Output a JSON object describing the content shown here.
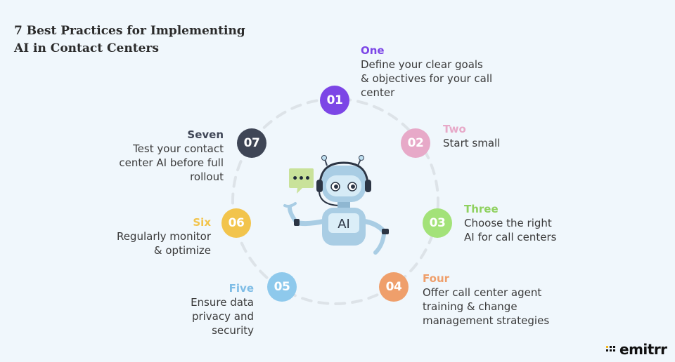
{
  "title": {
    "line1": "7 Best Practices for Implementing",
    "line2": "AI in Contact Centers"
  },
  "robot": {
    "chest_label": "AI",
    "speech_bubble_text": "•••"
  },
  "steps": [
    {
      "number": "01",
      "heading": "One",
      "description": "Define your clear goals\n& objectives for your call\ncenter",
      "color": "#7c46e6"
    },
    {
      "number": "02",
      "heading": "Two",
      "description": "Start small",
      "color": "#e7a9c8"
    },
    {
      "number": "03",
      "heading": "Three",
      "description": "Choose the right\nAI for call centers",
      "color": "#a3e279"
    },
    {
      "number": "04",
      "heading": "Four",
      "description": "Offer call center agent\ntraining & change\nmanagement strategies",
      "color": "#ef9f6b"
    },
    {
      "number": "05",
      "heading": "Five",
      "description": "Ensure data\nprivacy and\nsecurity",
      "color": "#8ec9ec"
    },
    {
      "number": "06",
      "heading": "Six",
      "description": "Regularly monitor\n& optimize",
      "color": "#f2c44c"
    },
    {
      "number": "07",
      "heading": "Seven",
      "description": "Test your contact\ncenter AI before full\nrollout",
      "color": "#3f4656"
    }
  ],
  "logo": {
    "text": "emitrr"
  }
}
